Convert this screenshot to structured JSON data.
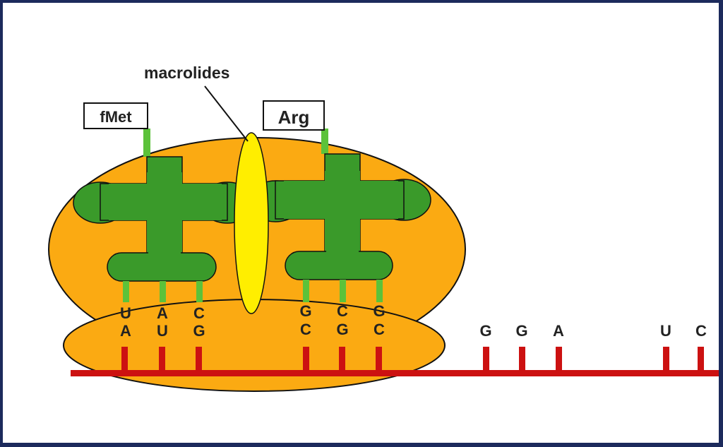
{
  "labels": {
    "macrolides": "macrolides",
    "trna_left_amino_acid": "fMet",
    "trna_right_amino_acid": "Arg"
  },
  "anticodons": {
    "left": [
      "U",
      "A",
      "C"
    ],
    "right": [
      "G",
      "C",
      "G"
    ]
  },
  "codons": {
    "left": [
      "A",
      "U",
      "G"
    ],
    "right": [
      "C",
      "G",
      "C"
    ],
    "downstream_1": [
      "G",
      "G",
      "A"
    ],
    "downstream_2": [
      "U",
      "C"
    ]
  },
  "colors": {
    "ribosome": "#fbaa12",
    "trna": "#3a9a2a",
    "trna_stem": "#5cc23a",
    "macrolide": "#ffee00",
    "mrna": "#cc1111",
    "frame": "#1c2a5c"
  }
}
